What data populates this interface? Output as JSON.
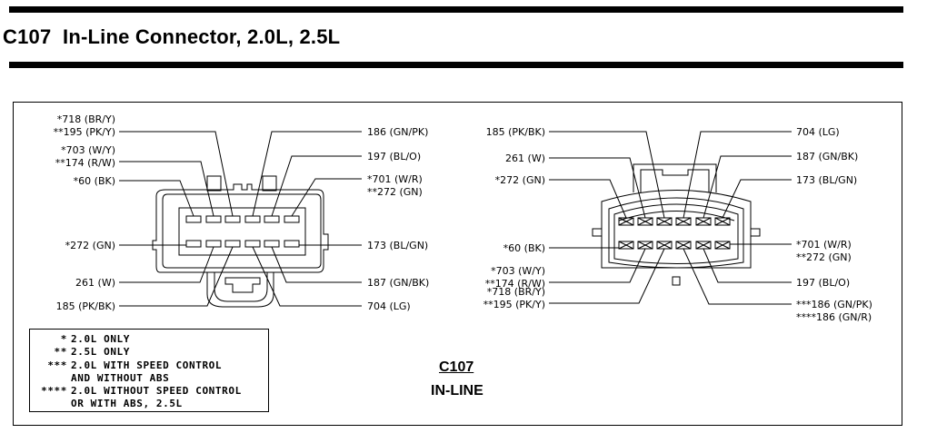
{
  "page": {
    "title": "C107  In-Line Connector, 2.0L, 2.5L"
  },
  "left_view": {
    "left_labels": [
      {
        "lines": [
          "*718 (BR/Y)",
          "**195 (PK/Y)"
        ]
      },
      {
        "lines": [
          "*703 (W/Y)",
          "**174 (R/W)"
        ]
      },
      {
        "lines": [
          "*60 (BK)"
        ]
      },
      {
        "lines": [
          "*272 (GN)"
        ]
      },
      {
        "lines": [
          "261 (W)"
        ]
      },
      {
        "lines": [
          "185 (PK/BK)"
        ]
      }
    ],
    "right_labels": [
      {
        "lines": [
          "186 (GN/PK)"
        ]
      },
      {
        "lines": [
          "197 (BL/O)"
        ]
      },
      {
        "lines": [
          "*701 (W/R)",
          "**272 (GN)"
        ]
      },
      {
        "lines": [
          "173 (BL/GN)"
        ]
      },
      {
        "lines": [
          "187 (GN/BK)"
        ]
      },
      {
        "lines": [
          "704 (LG)"
        ]
      }
    ]
  },
  "right_view": {
    "left_labels": [
      {
        "lines": [
          "185 (PK/BK)"
        ]
      },
      {
        "lines": [
          "261 (W)"
        ]
      },
      {
        "lines": [
          "*272 (GN)"
        ]
      },
      {
        "lines": [
          "*60 (BK)"
        ]
      },
      {
        "lines": [
          "*703 (W/Y)",
          "**174 (R/W)"
        ]
      },
      {
        "lines": [
          "*718 (BR/Y)",
          "**195 (PK/Y)"
        ]
      }
    ],
    "right_labels": [
      {
        "lines": [
          "704 (LG)"
        ]
      },
      {
        "lines": [
          "187 (GN/BK)"
        ]
      },
      {
        "lines": [
          "173 (BL/GN)"
        ]
      },
      {
        "lines": [
          "*701 (W/R)",
          "**272 (GN)"
        ]
      },
      {
        "lines": [
          "197 (BL/O)"
        ]
      },
      {
        "lines": [
          "***186 (GN/PK)",
          "****186 (GN/R)"
        ]
      }
    ]
  },
  "notes": [
    {
      "stars": "*",
      "text": "2.0L ONLY"
    },
    {
      "stars": "**",
      "text": "2.5L ONLY"
    },
    {
      "stars": "***",
      "text": "2.0L WITH SPEED CONTROL"
    },
    {
      "stars": "",
      "text": "AND WITHOUT ABS"
    },
    {
      "stars": "****",
      "text": "2.0L WITHOUT SPEED CONTROL"
    },
    {
      "stars": "",
      "text": "OR WITH ABS, 2.5L"
    }
  ],
  "caption": {
    "connector_id": "C107",
    "type": "IN-LINE"
  }
}
